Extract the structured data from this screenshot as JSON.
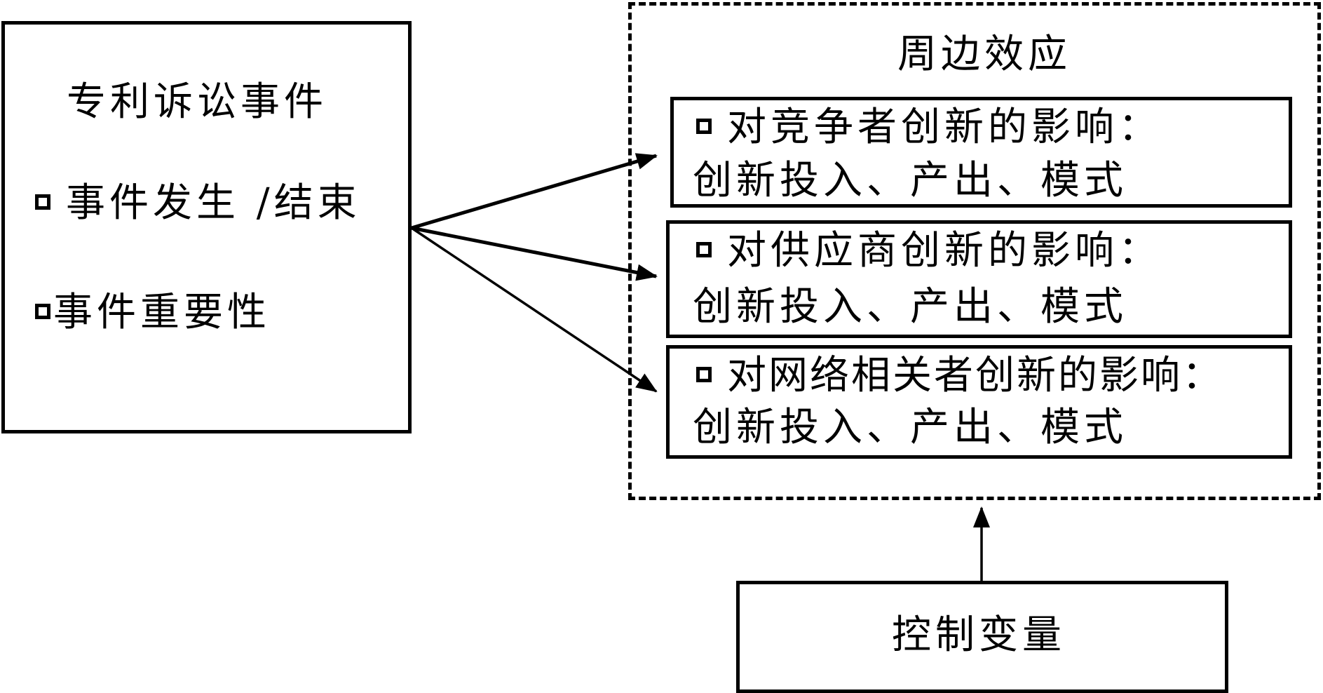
{
  "left_box": {
    "title": "专利诉讼事件",
    "items": [
      "事件发生 /结束",
      "事件重要性"
    ]
  },
  "effects_box": {
    "title": "周边效应",
    "items": [
      {
        "heading": "对竞争者创新的影响：",
        "detail": "创新投入、产出、模式"
      },
      {
        "heading": "对供应商创新的影响：",
        "detail": "创新投入、产出、模式"
      },
      {
        "heading": "对网络相关者创新的影响：",
        "detail": "创新投入、产出、模式"
      }
    ]
  },
  "control_box": {
    "title": "控制变量"
  },
  "edges": [
    {
      "from": "专利诉讼事件",
      "to": "对竞争者创新的影响"
    },
    {
      "from": "专利诉讼事件",
      "to": "对供应商创新的影响"
    },
    {
      "from": "专利诉讼事件",
      "to": "对网络相关者创新的影响"
    },
    {
      "from": "控制变量",
      "to": "周边效应"
    }
  ]
}
